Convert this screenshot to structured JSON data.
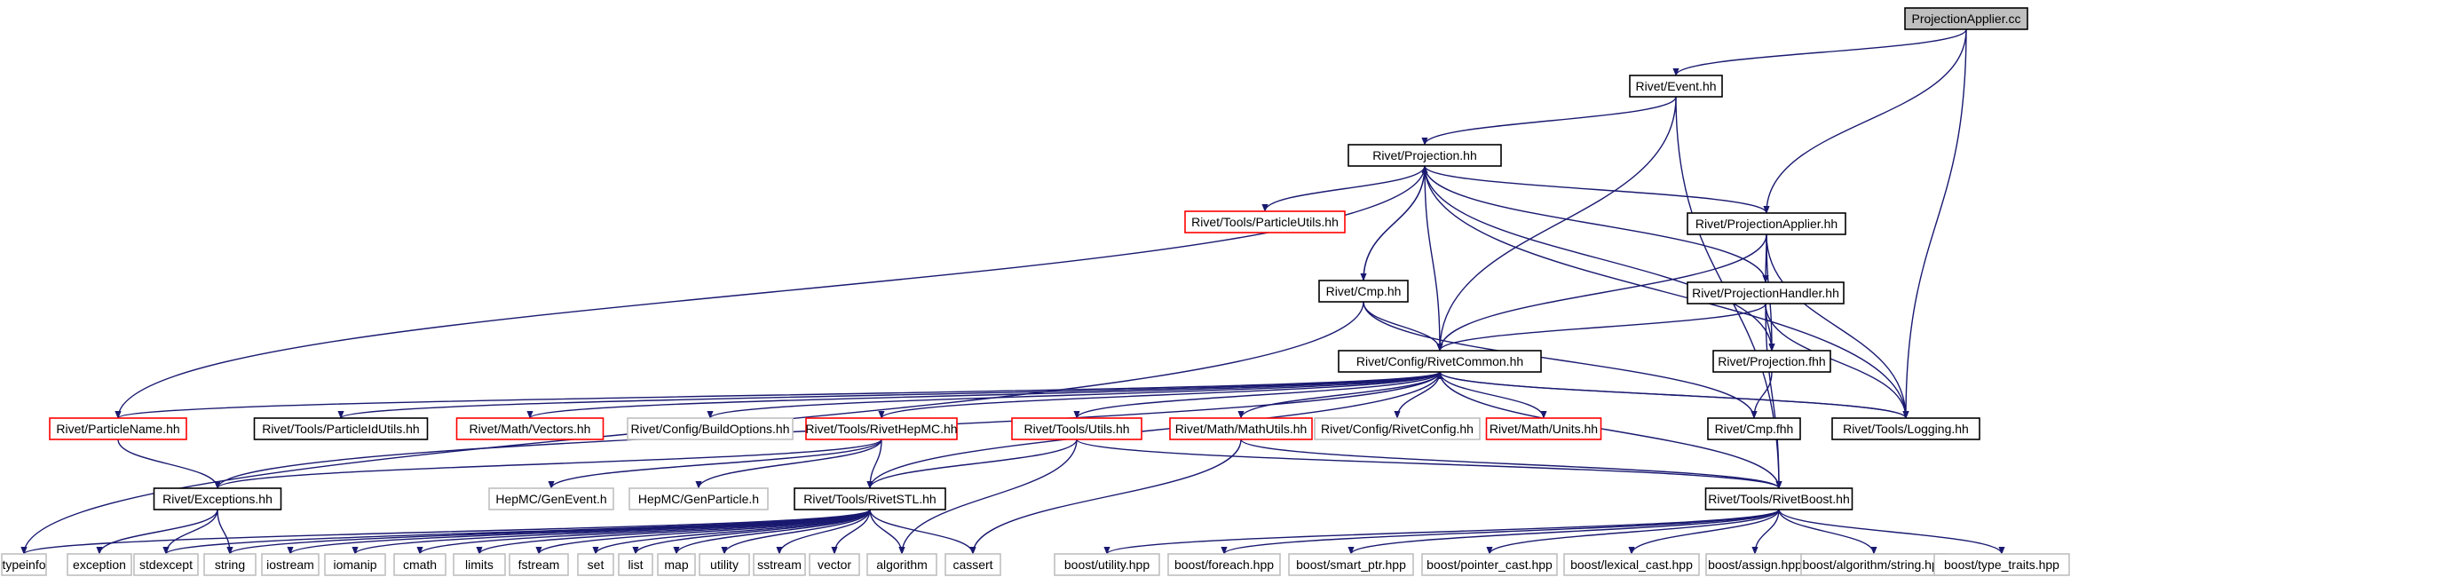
{
  "colors": {
    "edge": "#191970",
    "root_fill": "#bfbfbf",
    "border_black": "#000000",
    "border_red": "#ff0000",
    "border_gray": "#bfbfbf"
  },
  "nodes": [
    {
      "id": "n0",
      "label": "ProjectionApplier.cc",
      "style": "root"
    },
    {
      "id": "n1",
      "label": "Rivet/Event.hh",
      "style": "black"
    },
    {
      "id": "n2",
      "label": "Rivet/Projection.hh",
      "style": "black"
    },
    {
      "id": "n3",
      "label": "Rivet/Tools/ParticleUtils.hh",
      "style": "red"
    },
    {
      "id": "n4",
      "label": "Rivet/ProjectionApplier.hh",
      "style": "black"
    },
    {
      "id": "n5",
      "label": "Rivet/ProjectionHandler.hh",
      "style": "black"
    },
    {
      "id": "n6",
      "label": "Rivet/Cmp.hh",
      "style": "black"
    },
    {
      "id": "n7",
      "label": "Rivet/Projection.fhh",
      "style": "black"
    },
    {
      "id": "n8",
      "label": "Rivet/Config/RivetCommon.hh",
      "style": "black"
    },
    {
      "id": "n9",
      "label": "Rivet/ParticleName.hh",
      "style": "red"
    },
    {
      "id": "n10",
      "label": "Rivet/Tools/ParticleIdUtils.hh",
      "style": "black"
    },
    {
      "id": "n11",
      "label": "Rivet/Math/Vectors.hh",
      "style": "red"
    },
    {
      "id": "n12",
      "label": "Rivet/Config/BuildOptions.hh",
      "style": "gray"
    },
    {
      "id": "n13",
      "label": "Rivet/Tools/RivetHepMC.hh",
      "style": "red"
    },
    {
      "id": "n14",
      "label": "Rivet/Tools/Utils.hh",
      "style": "red"
    },
    {
      "id": "n15",
      "label": "Rivet/Math/MathUtils.hh",
      "style": "red"
    },
    {
      "id": "n16",
      "label": "Rivet/Config/RivetConfig.hh",
      "style": "gray"
    },
    {
      "id": "n17",
      "label": "Rivet/Math/Units.hh",
      "style": "red"
    },
    {
      "id": "n18",
      "label": "Rivet/Cmp.fhh",
      "style": "black"
    },
    {
      "id": "n19",
      "label": "Rivet/Tools/Logging.hh",
      "style": "black"
    },
    {
      "id": "n20",
      "label": "Rivet/Exceptions.hh",
      "style": "black"
    },
    {
      "id": "n21",
      "label": "HepMC/GenEvent.h",
      "style": "gray"
    },
    {
      "id": "n22",
      "label": "HepMC/GenParticle.h",
      "style": "gray"
    },
    {
      "id": "n23",
      "label": "Rivet/Tools/RivetSTL.hh",
      "style": "black"
    },
    {
      "id": "n24",
      "label": "Rivet/Tools/RivetBoost.hh",
      "style": "black"
    },
    {
      "id": "n25",
      "label": "typeinfo",
      "style": "gray"
    },
    {
      "id": "n26",
      "label": "exception",
      "style": "gray"
    },
    {
      "id": "n27",
      "label": "stdexcept",
      "style": "gray"
    },
    {
      "id": "n28",
      "label": "string",
      "style": "gray"
    },
    {
      "id": "n29",
      "label": "iostream",
      "style": "gray"
    },
    {
      "id": "n30",
      "label": "iomanip",
      "style": "gray"
    },
    {
      "id": "n31",
      "label": "cmath",
      "style": "gray"
    },
    {
      "id": "n32",
      "label": "limits",
      "style": "gray"
    },
    {
      "id": "n33",
      "label": "fstream",
      "style": "gray"
    },
    {
      "id": "n34",
      "label": "set",
      "style": "gray"
    },
    {
      "id": "n35",
      "label": "list",
      "style": "gray"
    },
    {
      "id": "n36",
      "label": "map",
      "style": "gray"
    },
    {
      "id": "n37",
      "label": "utility",
      "style": "gray"
    },
    {
      "id": "n38",
      "label": "sstream",
      "style": "gray"
    },
    {
      "id": "n39",
      "label": "vector",
      "style": "gray"
    },
    {
      "id": "n40",
      "label": "algorithm",
      "style": "gray"
    },
    {
      "id": "n41",
      "label": "cassert",
      "style": "gray"
    },
    {
      "id": "n42",
      "label": "boost/utility.hpp",
      "style": "gray"
    },
    {
      "id": "n43",
      "label": "boost/foreach.hpp",
      "style": "gray"
    },
    {
      "id": "n44",
      "label": "boost/smart_ptr.hpp",
      "style": "gray"
    },
    {
      "id": "n45",
      "label": "boost/pointer_cast.hpp",
      "style": "gray"
    },
    {
      "id": "n46",
      "label": "boost/lexical_cast.hpp",
      "style": "gray"
    },
    {
      "id": "n47",
      "label": "boost/assign.hpp",
      "style": "gray"
    },
    {
      "id": "n48",
      "label": "boost/algorithm/string.hpp",
      "style": "gray"
    },
    {
      "id": "n49",
      "label": "boost/type_traits.hpp",
      "style": "gray"
    }
  ],
  "edges": [
    [
      "n0",
      "n1"
    ],
    [
      "n0",
      "n4"
    ],
    [
      "n0",
      "n19"
    ],
    [
      "n1",
      "n2"
    ],
    [
      "n1",
      "n8"
    ],
    [
      "n1",
      "n24"
    ],
    [
      "n2",
      "n3"
    ],
    [
      "n2",
      "n4"
    ],
    [
      "n2",
      "n5"
    ],
    [
      "n2",
      "n6"
    ],
    [
      "n2",
      "n7"
    ],
    [
      "n2",
      "n8"
    ],
    [
      "n2",
      "n9"
    ],
    [
      "n2",
      "n19"
    ],
    [
      "n4",
      "n5"
    ],
    [
      "n4",
      "n7"
    ],
    [
      "n4",
      "n8"
    ],
    [
      "n4",
      "n19"
    ],
    [
      "n5",
      "n7"
    ],
    [
      "n5",
      "n8"
    ],
    [
      "n5",
      "n19"
    ],
    [
      "n5",
      "n24"
    ],
    [
      "n6",
      "n2"
    ],
    [
      "n6",
      "n8"
    ],
    [
      "n6",
      "n18"
    ],
    [
      "n6",
      "n25"
    ],
    [
      "n7",
      "n18"
    ],
    [
      "n8",
      "n9"
    ],
    [
      "n8",
      "n10"
    ],
    [
      "n8",
      "n11"
    ],
    [
      "n8",
      "n12"
    ],
    [
      "n8",
      "n13"
    ],
    [
      "n8",
      "n14"
    ],
    [
      "n8",
      "n15"
    ],
    [
      "n8",
      "n16"
    ],
    [
      "n8",
      "n17"
    ],
    [
      "n8",
      "n19"
    ],
    [
      "n8",
      "n20"
    ],
    [
      "n8",
      "n23"
    ],
    [
      "n8",
      "n24"
    ],
    [
      "n19",
      "n8"
    ],
    [
      "n9",
      "n20"
    ],
    [
      "n13",
      "n20"
    ],
    [
      "n13",
      "n21"
    ],
    [
      "n13",
      "n22"
    ],
    [
      "n13",
      "n23"
    ],
    [
      "n14",
      "n23"
    ],
    [
      "n14",
      "n24"
    ],
    [
      "n14",
      "n40"
    ],
    [
      "n15",
      "n24"
    ],
    [
      "n15",
      "n41"
    ],
    [
      "n20",
      "n26"
    ],
    [
      "n20",
      "n27"
    ],
    [
      "n20",
      "n28"
    ],
    [
      "n23",
      "n25"
    ],
    [
      "n23",
      "n27"
    ],
    [
      "n23",
      "n28"
    ],
    [
      "n23",
      "n29"
    ],
    [
      "n23",
      "n30"
    ],
    [
      "n23",
      "n31"
    ],
    [
      "n23",
      "n32"
    ],
    [
      "n23",
      "n33"
    ],
    [
      "n23",
      "n34"
    ],
    [
      "n23",
      "n35"
    ],
    [
      "n23",
      "n36"
    ],
    [
      "n23",
      "n37"
    ],
    [
      "n23",
      "n38"
    ],
    [
      "n23",
      "n39"
    ],
    [
      "n23",
      "n40"
    ],
    [
      "n23",
      "n41"
    ],
    [
      "n24",
      "n42"
    ],
    [
      "n24",
      "n43"
    ],
    [
      "n24",
      "n44"
    ],
    [
      "n24",
      "n45"
    ],
    [
      "n24",
      "n46"
    ],
    [
      "n24",
      "n47"
    ],
    [
      "n24",
      "n48"
    ],
    [
      "n24",
      "n49"
    ]
  ]
}
